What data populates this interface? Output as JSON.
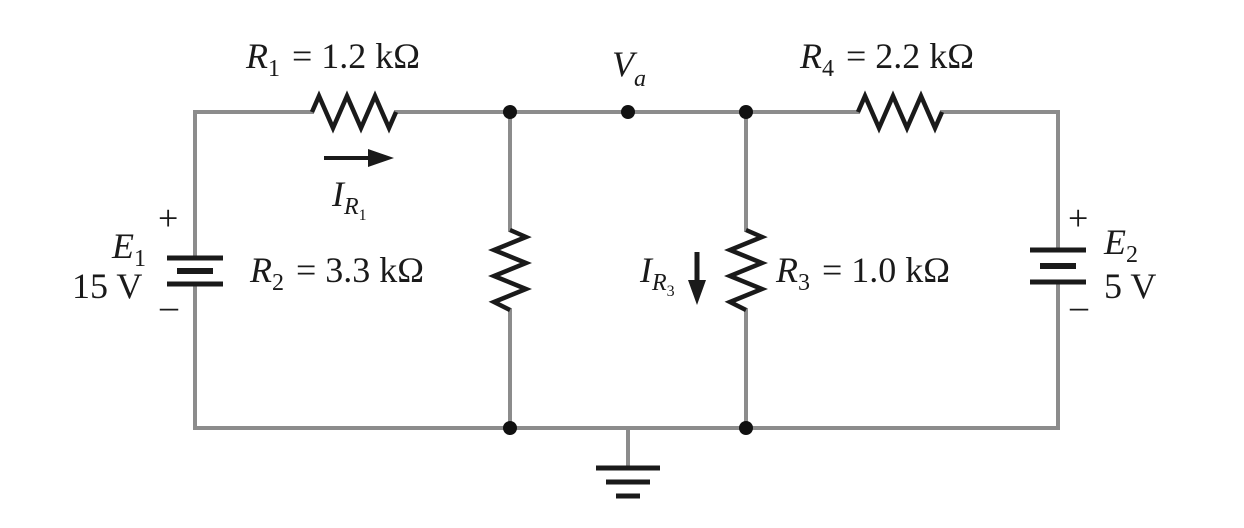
{
  "diagram": {
    "type": "circuit-schematic",
    "components": {
      "r1": {
        "symbol": "R",
        "index": "1",
        "eq": "= 1.2 kΩ"
      },
      "r2": {
        "symbol": "R",
        "index": "2",
        "eq": "= 3.3 kΩ"
      },
      "r3": {
        "symbol": "R",
        "index": "3",
        "eq": "= 1.0 kΩ"
      },
      "r4": {
        "symbol": "R",
        "index": "4",
        "eq": "= 2.2 kΩ"
      },
      "e1": {
        "symbol": "E",
        "index": "1",
        "value": "15 V",
        "plus": "+",
        "minus": "–"
      },
      "e2": {
        "symbol": "E",
        "index": "2",
        "value": "5 V",
        "plus": "+",
        "minus": "–"
      }
    },
    "node_va": {
      "symbol": "V",
      "sub": "a"
    },
    "current_r1": {
      "symbol": "I",
      "sub": "R",
      "subsub": "1"
    },
    "current_r3": {
      "symbol": "I",
      "sub": "R",
      "subsub": "3"
    }
  }
}
